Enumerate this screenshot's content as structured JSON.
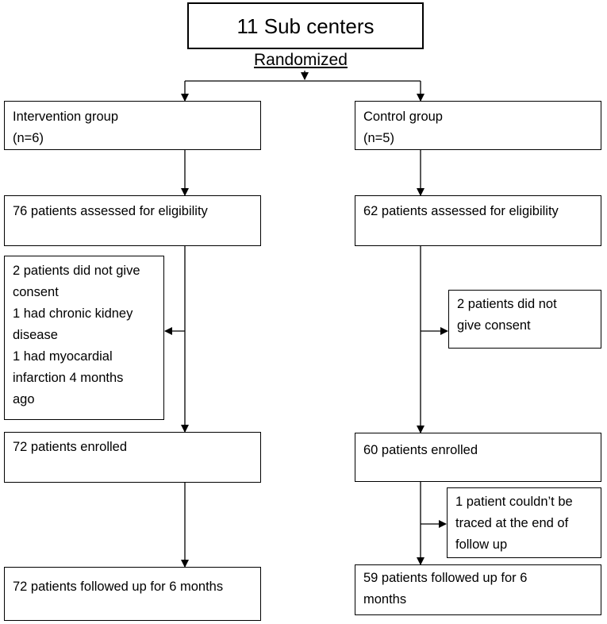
{
  "title": "11 Sub centers",
  "randomized": "Randomized",
  "intervention": {
    "group": "Intervention group\n(n=6)",
    "assessed": "76 patients assessed for eligibility",
    "excluded": "2 patients did not give\nconsent\n1 had chronic kidney\ndisease\n1 had myocardial\ninfarction 4 months\nago",
    "enrolled": "72 patients enrolled",
    "followed": "72 patients followed up for 6 months"
  },
  "control": {
    "group": "Control group\n(n=5)",
    "assessed": "62 patients assessed for eligibility",
    "excluded": "2 patients did not\ngive consent",
    "enrolled": "60 patients enrolled",
    "lost": "1 patient couldn’t be\ntraced at the end of\nfollow up",
    "followed": "59 patients followed up for 6\nmonths"
  }
}
